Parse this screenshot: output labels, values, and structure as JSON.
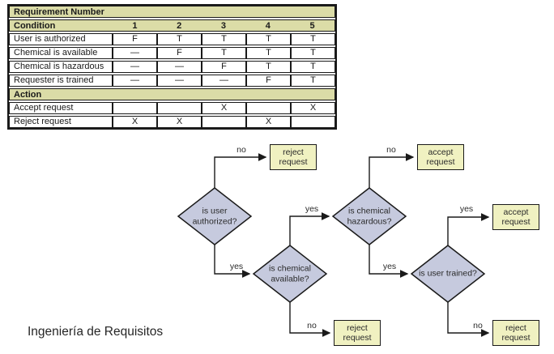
{
  "slide": {
    "footer_text": "Ingeniería de Requisitos"
  },
  "decision_table": {
    "title": "Requirement Number",
    "condition_section_label": "Condition",
    "action_section_label": "Action",
    "column_headers": [
      "1",
      "2",
      "3",
      "4",
      "5"
    ],
    "condition_rows": [
      {
        "label": "User is authorized",
        "values": [
          "F",
          "T",
          "T",
          "T",
          "T"
        ]
      },
      {
        "label": "Chemical is available",
        "values": [
          "—",
          "F",
          "T",
          "T",
          "T"
        ]
      },
      {
        "label": "Chemical is hazardous",
        "values": [
          "—",
          "—",
          "F",
          "T",
          "T"
        ]
      },
      {
        "label": "Requester is trained",
        "values": [
          "—",
          "—",
          "—",
          "F",
          "T"
        ]
      }
    ],
    "action_rows": [
      {
        "label": "Accept request",
        "values": [
          "",
          "",
          "X",
          "",
          "X"
        ]
      },
      {
        "label": "Reject request",
        "values": [
          "X",
          "X",
          "",
          "X",
          ""
        ]
      }
    ]
  },
  "flowchart": {
    "decisions": [
      {
        "label": "is user authorized?"
      },
      {
        "label": "is chemical available?"
      },
      {
        "label": "is chemical hazardous?"
      },
      {
        "label": "is user trained?"
      }
    ],
    "terminals": [
      {
        "label": "reject request"
      },
      {
        "label": "accept request"
      },
      {
        "label": "accept request"
      },
      {
        "label": "reject request"
      },
      {
        "label": "reject request"
      }
    ],
    "edge_labels": [
      "no",
      "yes",
      "yes",
      "no",
      "no",
      "yes",
      "yes",
      "no"
    ]
  },
  "colors": {
    "diamond_fill": "#c6cade",
    "terminal_fill": "#f0f1c1",
    "table_header_fill": "#dbdca7",
    "line_color": "#1a1a1a"
  }
}
